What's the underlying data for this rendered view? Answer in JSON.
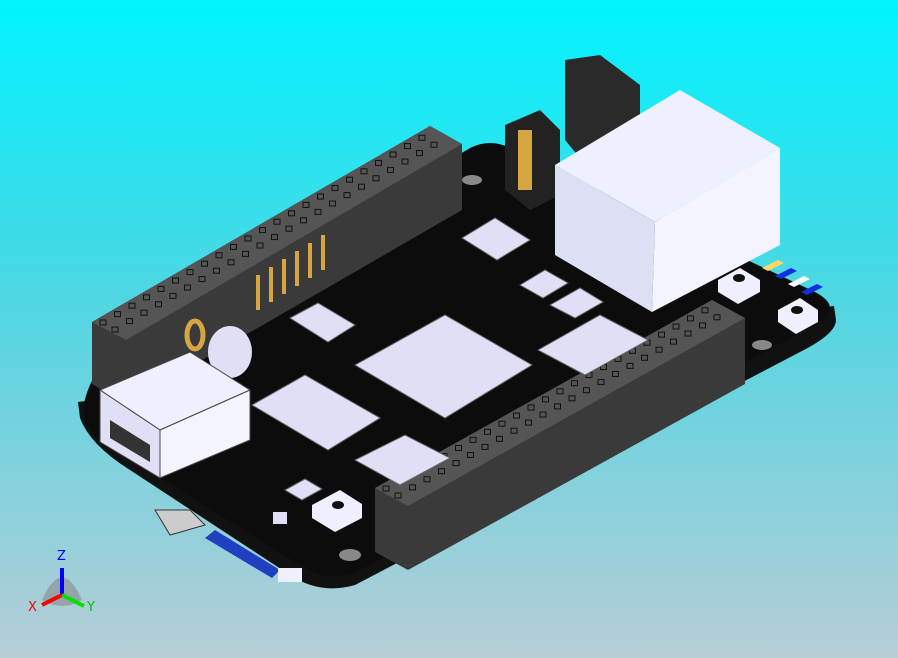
{
  "viewport": {
    "background_top": "#00f4ff",
    "background_bottom": "#b7cdd6",
    "model": "circuit-board"
  },
  "triad": {
    "x_label": "X",
    "y_label": "Y",
    "z_label": "Z",
    "x_color": "#ff0000",
    "y_color": "#00e000",
    "z_color": "#0000ff"
  }
}
